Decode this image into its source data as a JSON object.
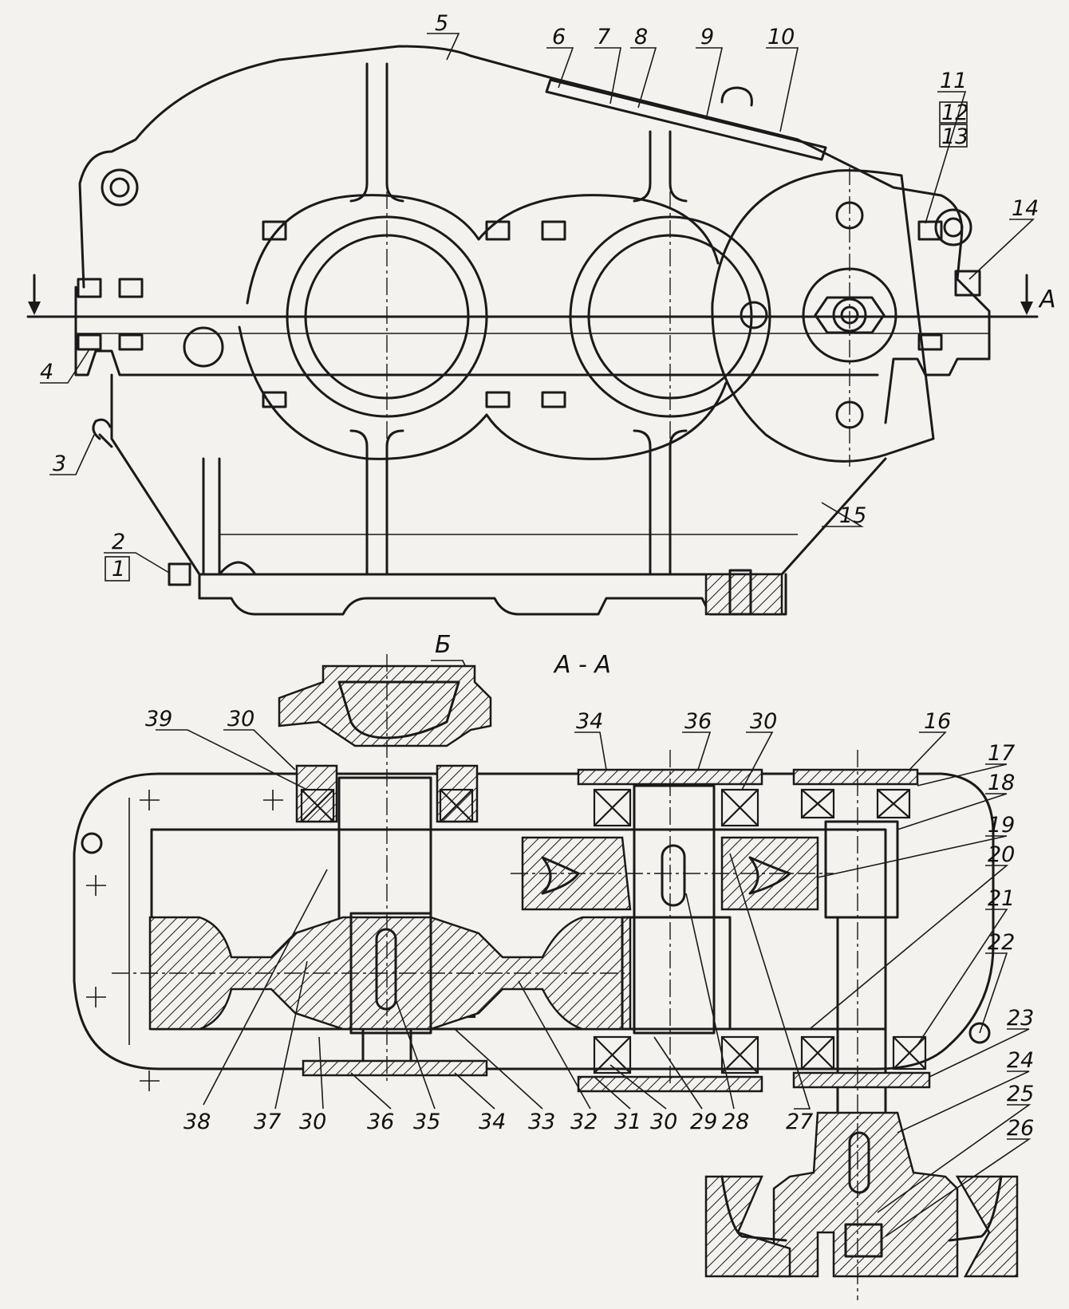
{
  "section_title": "А - А",
  "section_marker": "А",
  "view_marker": "Б",
  "top_labels": [
    "1",
    "2",
    "3",
    "4",
    "5",
    "6",
    "7",
    "8",
    "9",
    "10",
    "11",
    "12",
    "13",
    "14",
    "15"
  ],
  "bottom_labels": [
    "16",
    "17",
    "18",
    "19",
    "20",
    "21",
    "22",
    "23",
    "24",
    "25",
    "26",
    "27",
    "28",
    "29",
    "30",
    "31",
    "32",
    "33",
    "34",
    "35",
    "36",
    "37",
    "38",
    "39"
  ]
}
